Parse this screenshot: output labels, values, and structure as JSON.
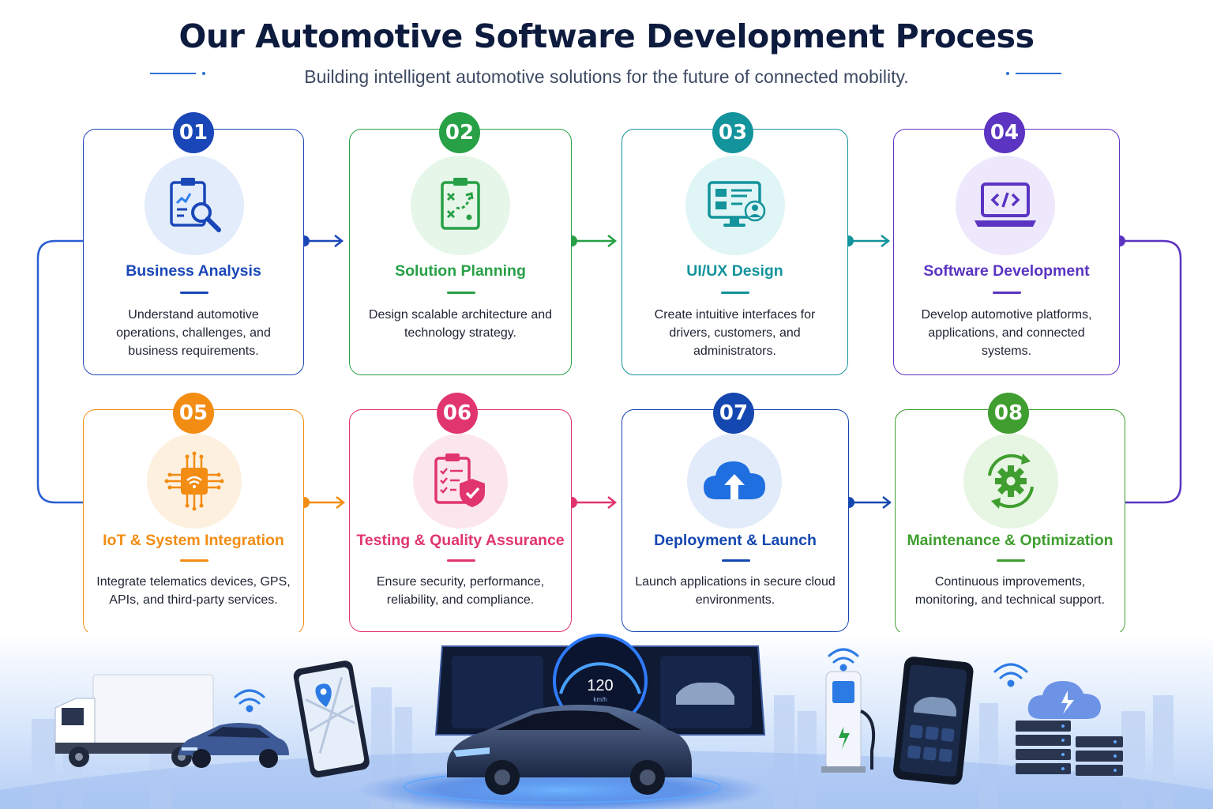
{
  "header": {
    "title": "Our Automotive Software Development Process",
    "subtitle": "Building intelligent automotive solutions for the future of connected mobility."
  },
  "steps": [
    {
      "number": "01",
      "title": "Business Analysis",
      "description": "Understand automotive operations, challenges, and business requirements.",
      "color": "#1a47b8",
      "soft": "#e3ecfb",
      "icon": "clipboard-search-icon"
    },
    {
      "number": "02",
      "title": "Solution Planning",
      "description": "Design scalable architecture and technology strategy.",
      "color": "#27a046",
      "soft": "#e6f6e8",
      "icon": "strategy-board-icon"
    },
    {
      "number": "03",
      "title": "UI/UX Design",
      "description": "Create intuitive interfaces for drivers, customers, and administrators.",
      "color": "#13939c",
      "soft": "#e0f5f6",
      "icon": "monitor-interface-icon"
    },
    {
      "number": "04",
      "title": "Software Development",
      "description": "Develop automotive platforms, applications, and connected systems.",
      "color": "#5b34c2",
      "soft": "#ede8fb",
      "icon": "laptop-code-icon"
    },
    {
      "number": "05",
      "title": "IoT & System Integration",
      "description": "Integrate telematics devices, GPS, APIs, and third-party services.",
      "color": "#f28c13",
      "soft": "#fdf0df",
      "icon": "iot-chip-icon"
    },
    {
      "number": "06",
      "title": "Testing & Quality Assurance",
      "description": "Ensure security, performance, reliability, and compliance.",
      "color": "#e0356f",
      "soft": "#fce6ee",
      "icon": "checklist-shield-icon"
    },
    {
      "number": "07",
      "title": "Deployment & Launch",
      "description": "Launch applications in secure cloud environments.",
      "color": "#1547b0",
      "soft": "#e2ebfa",
      "icon": "cloud-upload-icon"
    },
    {
      "number": "08",
      "title": "Maintenance & Optimization",
      "description": "Continuous improvements, monitoring, and technical support.",
      "color": "#3f9e2f",
      "soft": "#e7f5e3",
      "icon": "gear-cycle-icon"
    }
  ],
  "scene": {
    "speedometer": "120",
    "speed_unit": "km/h"
  }
}
